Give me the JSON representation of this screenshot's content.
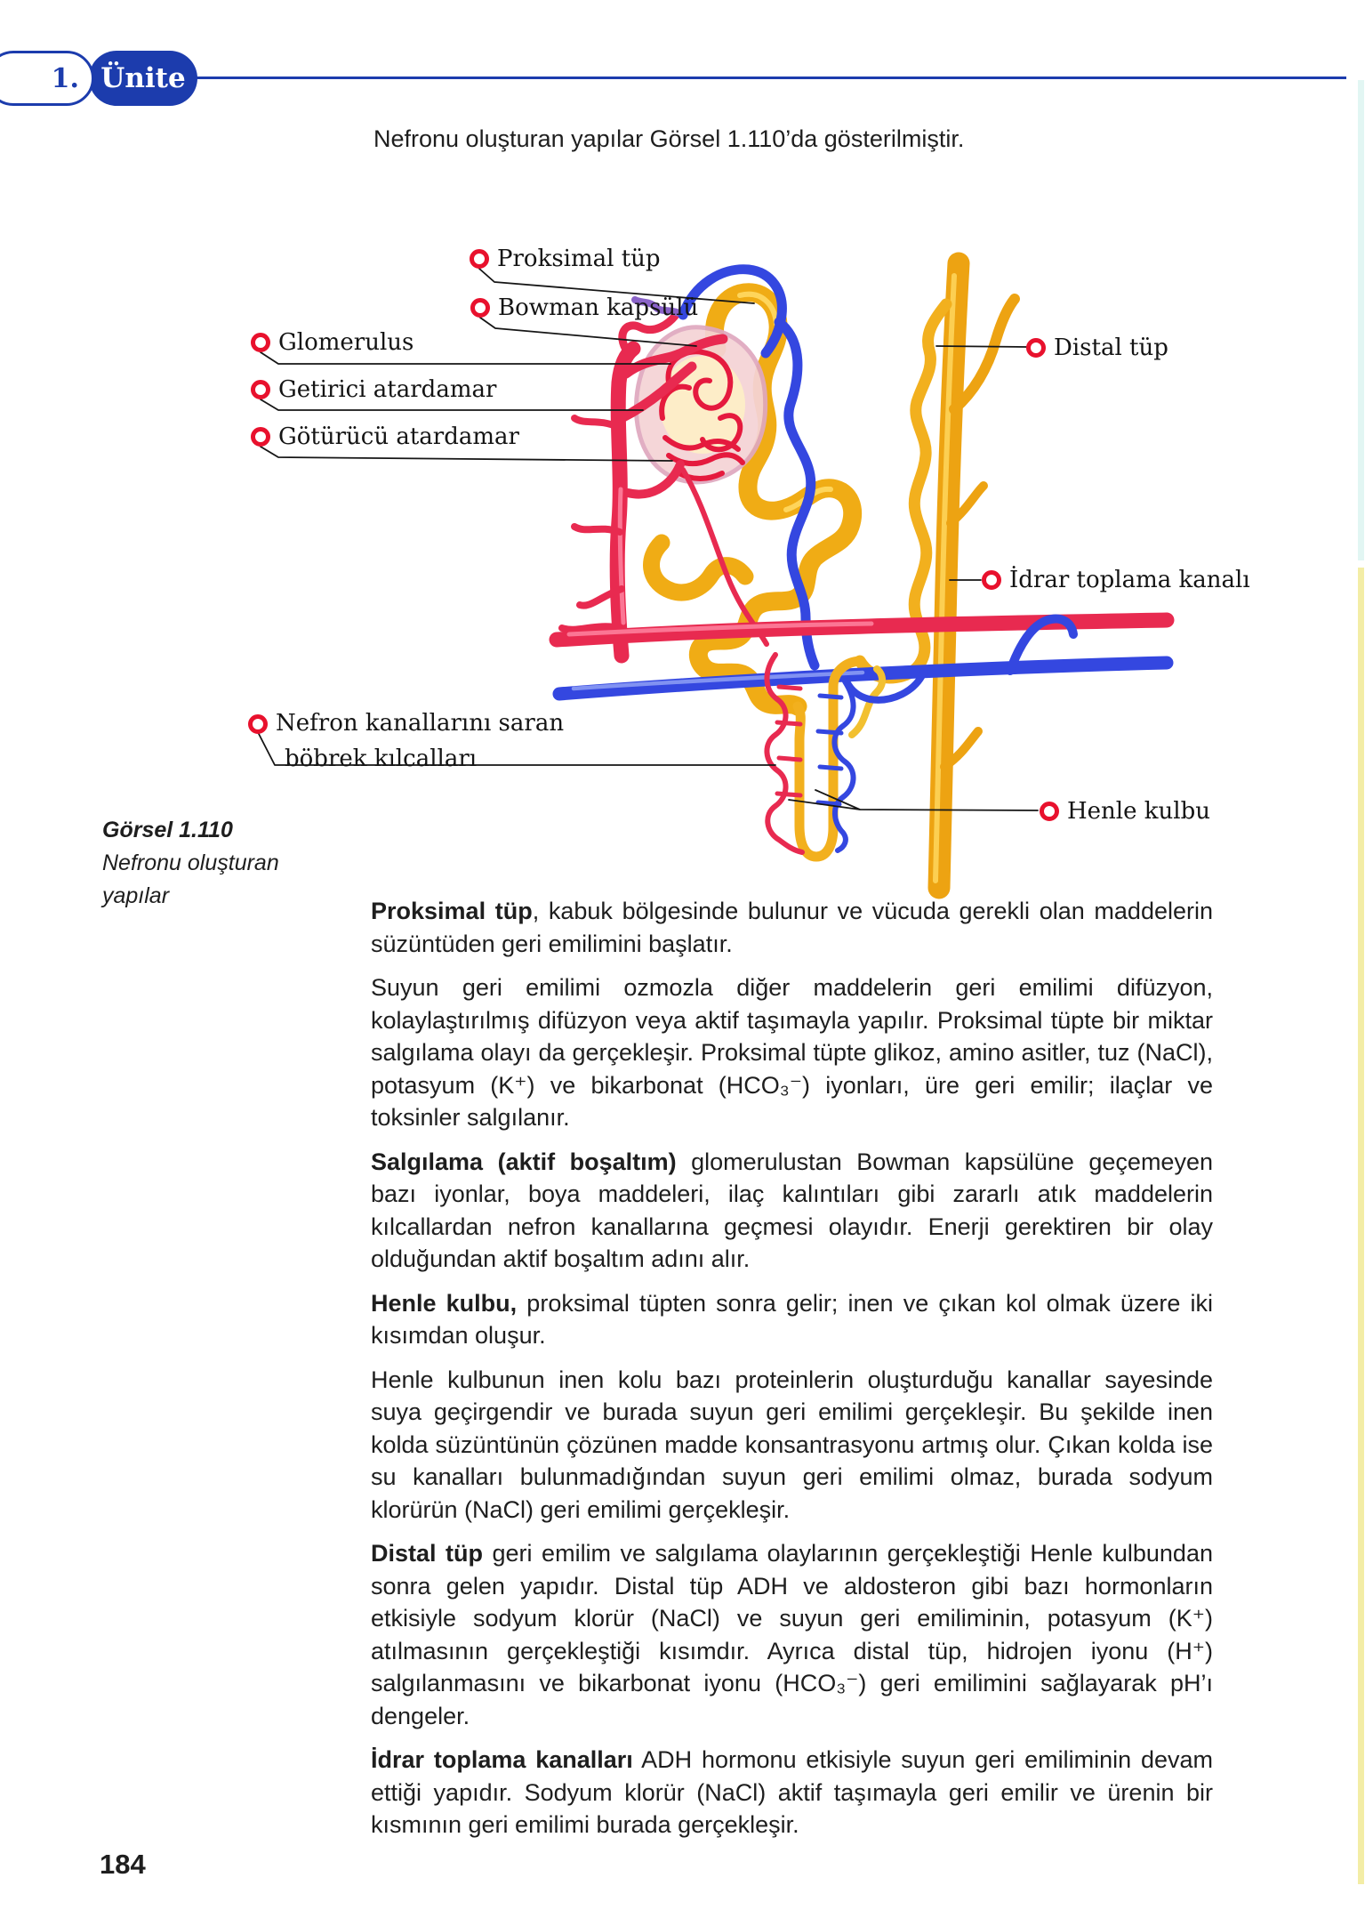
{
  "header": {
    "unit_number": "1.",
    "unit_label": "Ünite"
  },
  "intro": "Nefronu oluşturan yapılar Görsel 1.110’da gösterilmiştir.",
  "figure": {
    "caption_title": "Görsel 1.110",
    "caption_line1": "Nefronu oluşturan",
    "caption_line2": "yapılar",
    "labels": {
      "proksimal_tup": "Proksimal tüp",
      "bowman_kapsulu": "Bowman kapsülü",
      "glomerulus": "Glomerulus",
      "getirici_atardamar": "Getirici atardamar",
      "goturucu_atardamar": "Götürücü atardamar",
      "distal_tup": "Distal tüp",
      "idrar_toplama_kanali": "İdrar toplama kanalı",
      "nefron_kilcal_line1": "Nefron kanallarını saran",
      "nefron_kilcal_line2": "böbrek kılcalları",
      "henle_kulbu": "Henle kulbu"
    },
    "colors": {
      "tubule_gold": "#f0ac15",
      "artery_red": "#e82a50",
      "vein_blue": "#3447e0",
      "capsule_pink": "#f5d3d6",
      "label_ring_red": "#e8112d",
      "accent_blue": "#1c3cad",
      "edge_tab_cyan": "#e2f6f3",
      "edge_tab_yellow": "#f3eda6"
    }
  },
  "body": {
    "paragraphs": [
      {
        "lead": "Proksimal tüp",
        "rest": ", kabuk bölgesinde bulunur ve vücuda gerekli olan maddelerin süzüntüden geri emilimini başlatır."
      },
      {
        "lead": "",
        "rest": "Suyun geri emilimi ozmozla diğer maddelerin geri emilimi difüzyon, kolaylaştırılmış difüzyon veya aktif taşımayla yapılır. Proksimal tüpte bir miktar salgılama olayı da gerçekleşir. Proksimal tüpte glikoz, amino asitler, tuz (NaCl), potasyum (K⁺) ve bikarbonat (HCO₃⁻) iyonları, üre geri emilir; ilaçlar ve toksinler salgılanır."
      },
      {
        "lead": "Salgılama (aktif boşaltım)",
        "rest": " glomerulustan Bowman kapsülüne geçemeyen bazı iyonlar, boya maddeleri, ilaç kalıntıları gibi zararlı atık maddelerin kılcallardan nefron kanallarına geçmesi olayıdır. Enerji gerektiren bir olay olduğundan aktif boşaltım adını alır."
      },
      {
        "lead": "Henle kulbu,",
        "rest": " proksimal tüpten sonra gelir; inen ve çıkan kol olmak üzere iki kısımdan oluşur."
      },
      {
        "lead": "",
        "rest": "Henle kulbunun inen kolu bazı proteinlerin oluşturduğu kanallar sayesinde suya geçirgendir ve burada suyun geri emilimi gerçekleşir. Bu şekilde inen kolda süzüntünün çözünen madde konsantrasyonu artmış olur. Çıkan kolda ise su kanalları bulunmadığından suyun geri emilimi olmaz, burada sodyum klorürün (NaCl) geri emilimi gerçekleşir."
      },
      {
        "lead": "Distal tüp",
        "rest": " geri emilim ve salgılama olaylarının gerçekleştiği Henle kulbundan sonra gelen yapıdır. Distal tüp ADH ve aldosteron gibi bazı hormonların etkisiyle sodyum klorür (NaCl) ve suyun geri emiliminin, potasyum (K⁺) atılmasının gerçekleştiği kısımdır. Ayrıca distal tüp, hidrojen iyonu (H⁺) salgılanmasını ve bikarbonat iyonu (HCO₃⁻) geri emilimini sağlayarak pH’ı dengeler."
      },
      {
        "lead": "İdrar toplama kanalları",
        "rest": " ADH hormonu etkisiyle suyun geri emiliminin devam ettiği yapıdır. Sodyum klorür (NaCl) aktif taşımayla geri emilir ve ürenin bir kısmının geri emilimi burada gerçekleşir."
      }
    ]
  },
  "page": {
    "number": "184"
  }
}
